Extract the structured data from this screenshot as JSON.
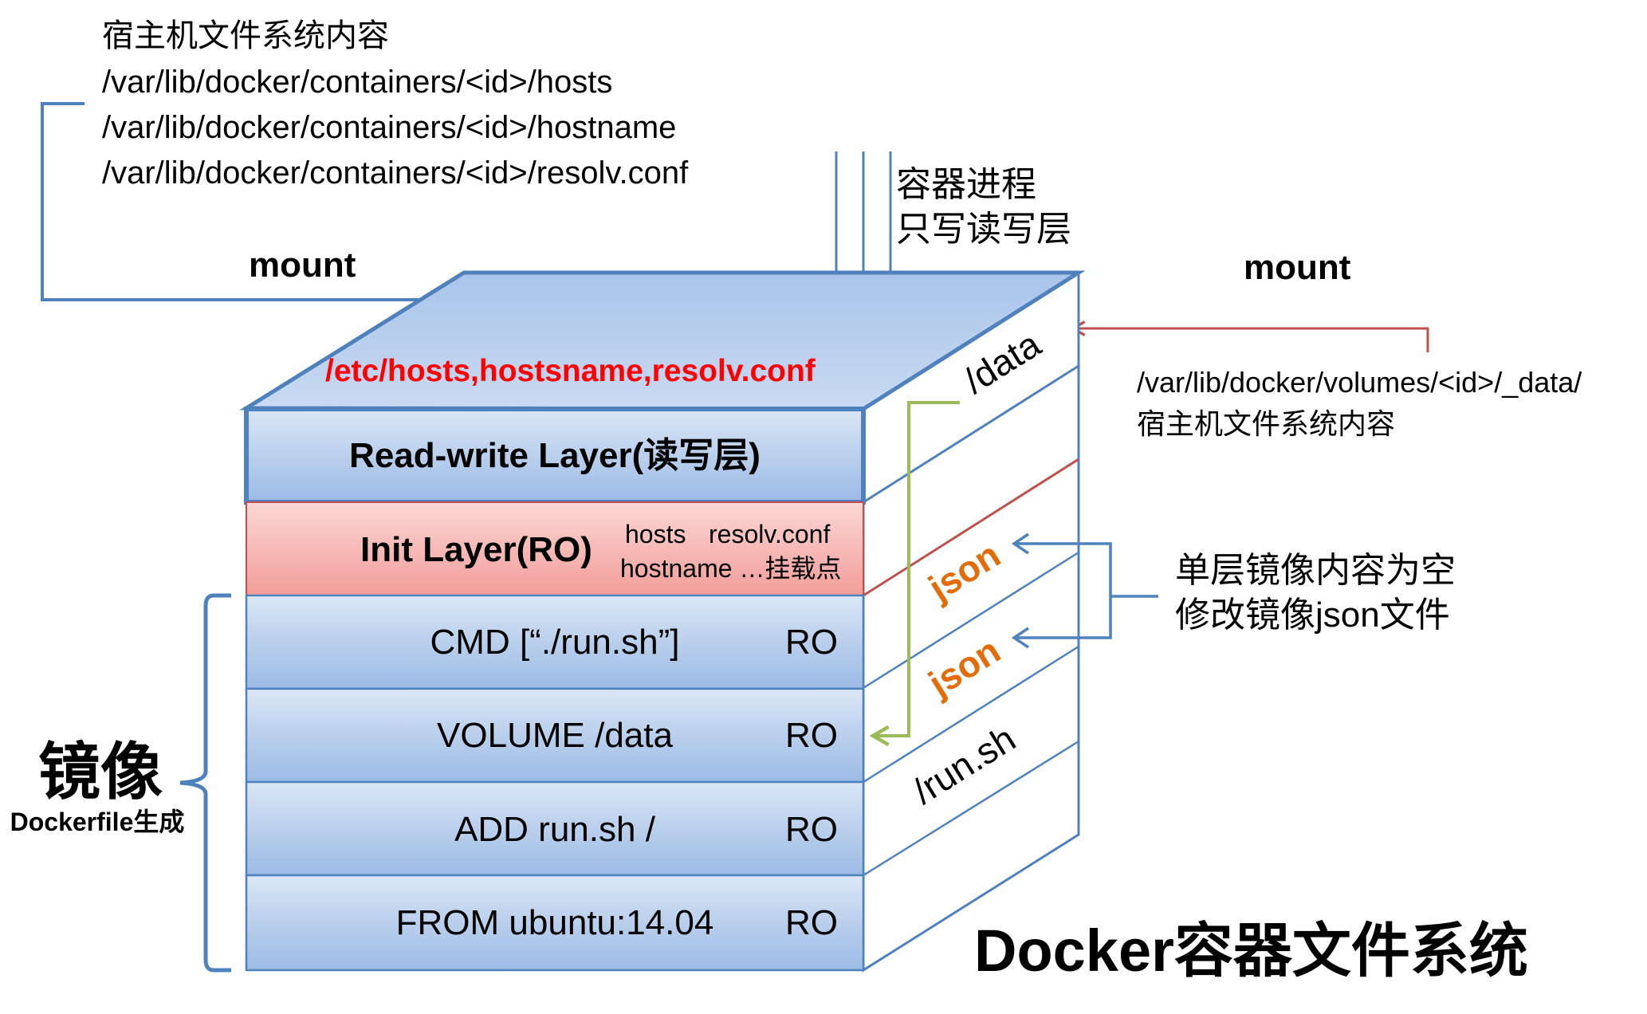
{
  "host_files": {
    "heading": "宿主机文件系统内容",
    "paths": [
      "/var/lib/docker/containers/<id>/hosts",
      "/var/lib/docker/containers/<id>/hostname",
      "/var/lib/docker/containers/<id>/resolv.conf"
    ]
  },
  "mount_left": "mount",
  "mount_right": "mount",
  "process_note": [
    "容器进程",
    "只写读写层"
  ],
  "top_face_label": "/etc/hosts,hostsname,resolv.conf",
  "layers": {
    "rw": "Read-write Layer(读写层)",
    "init": {
      "title": "Init Layer(RO)",
      "line1_a": "hosts",
      "line1_b": "resolv.conf",
      "line2": "hostname …挂载点"
    },
    "image_layers": [
      {
        "label": "CMD [“./run.sh”]",
        "ro": "RO"
      },
      {
        "label": "VOLUME /data",
        "ro": "RO"
      },
      {
        "label": "ADD run.sh /",
        "ro": "RO"
      },
      {
        "label": "FROM ubuntu:14.04",
        "ro": "RO"
      }
    ]
  },
  "side_labels": {
    "data": "/data",
    "json1": "json",
    "json2": "json",
    "runsh": "/run.sh"
  },
  "volume_host": {
    "path": "/var/lib/docker/volumes/<id>/_data/",
    "desc": "宿主机文件系统内容"
  },
  "json_note": [
    "单层镜像内容为空",
    "修改镜像json文件"
  ],
  "image_brace": {
    "title": "镜像",
    "subtitle": "Dockerfile生成"
  },
  "main_title": "Docker容器文件系统",
  "colors": {
    "blue_line": "#4f81bd",
    "red_line": "#c0504d",
    "green_line": "#9bbb59",
    "orange_text": "#e36c09",
    "red_text": "#ff0000"
  }
}
